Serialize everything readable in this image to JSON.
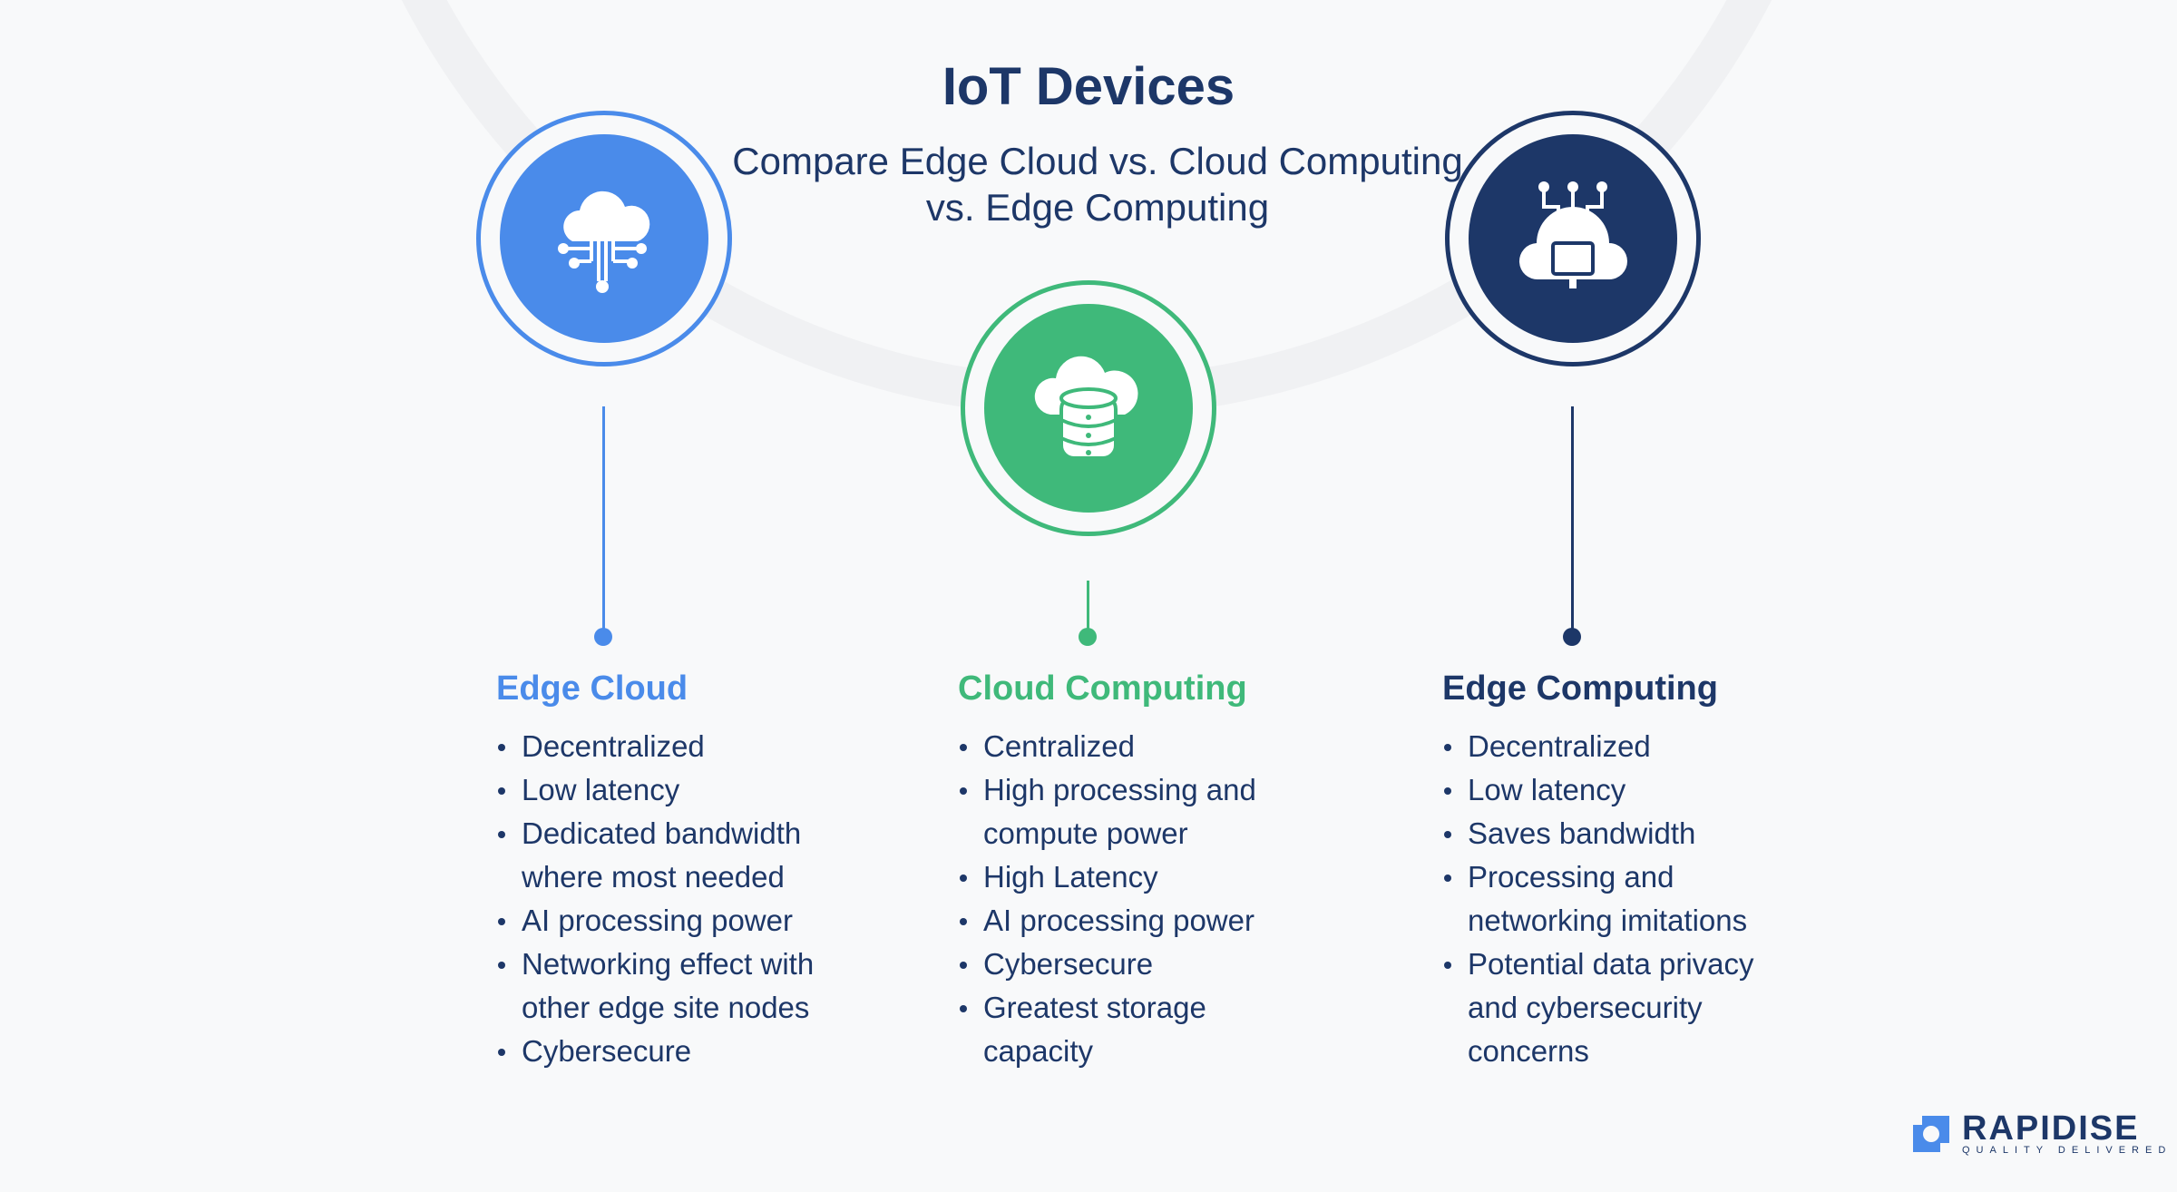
{
  "title": "IoT Devices",
  "subtitle": "Compare Edge Cloud vs. Cloud Computing vs. Edge Computing",
  "colors": {
    "edge_cloud": "#4a8bea",
    "cloud_computing": "#3fb97a",
    "edge_computing": "#1d3768"
  },
  "columns": [
    {
      "heading": "Edge Cloud",
      "icon": "cloud-circuit-icon",
      "items": [
        "Decentralized",
        "Low latency",
        "Dedicated bandwidth where most needed",
        "AI processing power",
        "Networking effect with other edge site nodes",
        "Cybersecure"
      ]
    },
    {
      "heading": "Cloud Computing",
      "icon": "cloud-database-icon",
      "items": [
        "Centralized",
        "High processing and compute power",
        "High Latency",
        "AI processing power",
        "Cybersecure",
        "Greatest storage capacity"
      ]
    },
    {
      "heading": "Edge Computing",
      "icon": "cloud-monitor-icon",
      "items": [
        "Decentralized",
        "Low latency",
        "Saves bandwidth",
        "Processing and networking imitations",
        "Potential data privacy and cybersecurity concerns"
      ]
    }
  ],
  "logo": {
    "name": "RAPIDISE",
    "tagline": "QUALITY DELIVERED"
  }
}
